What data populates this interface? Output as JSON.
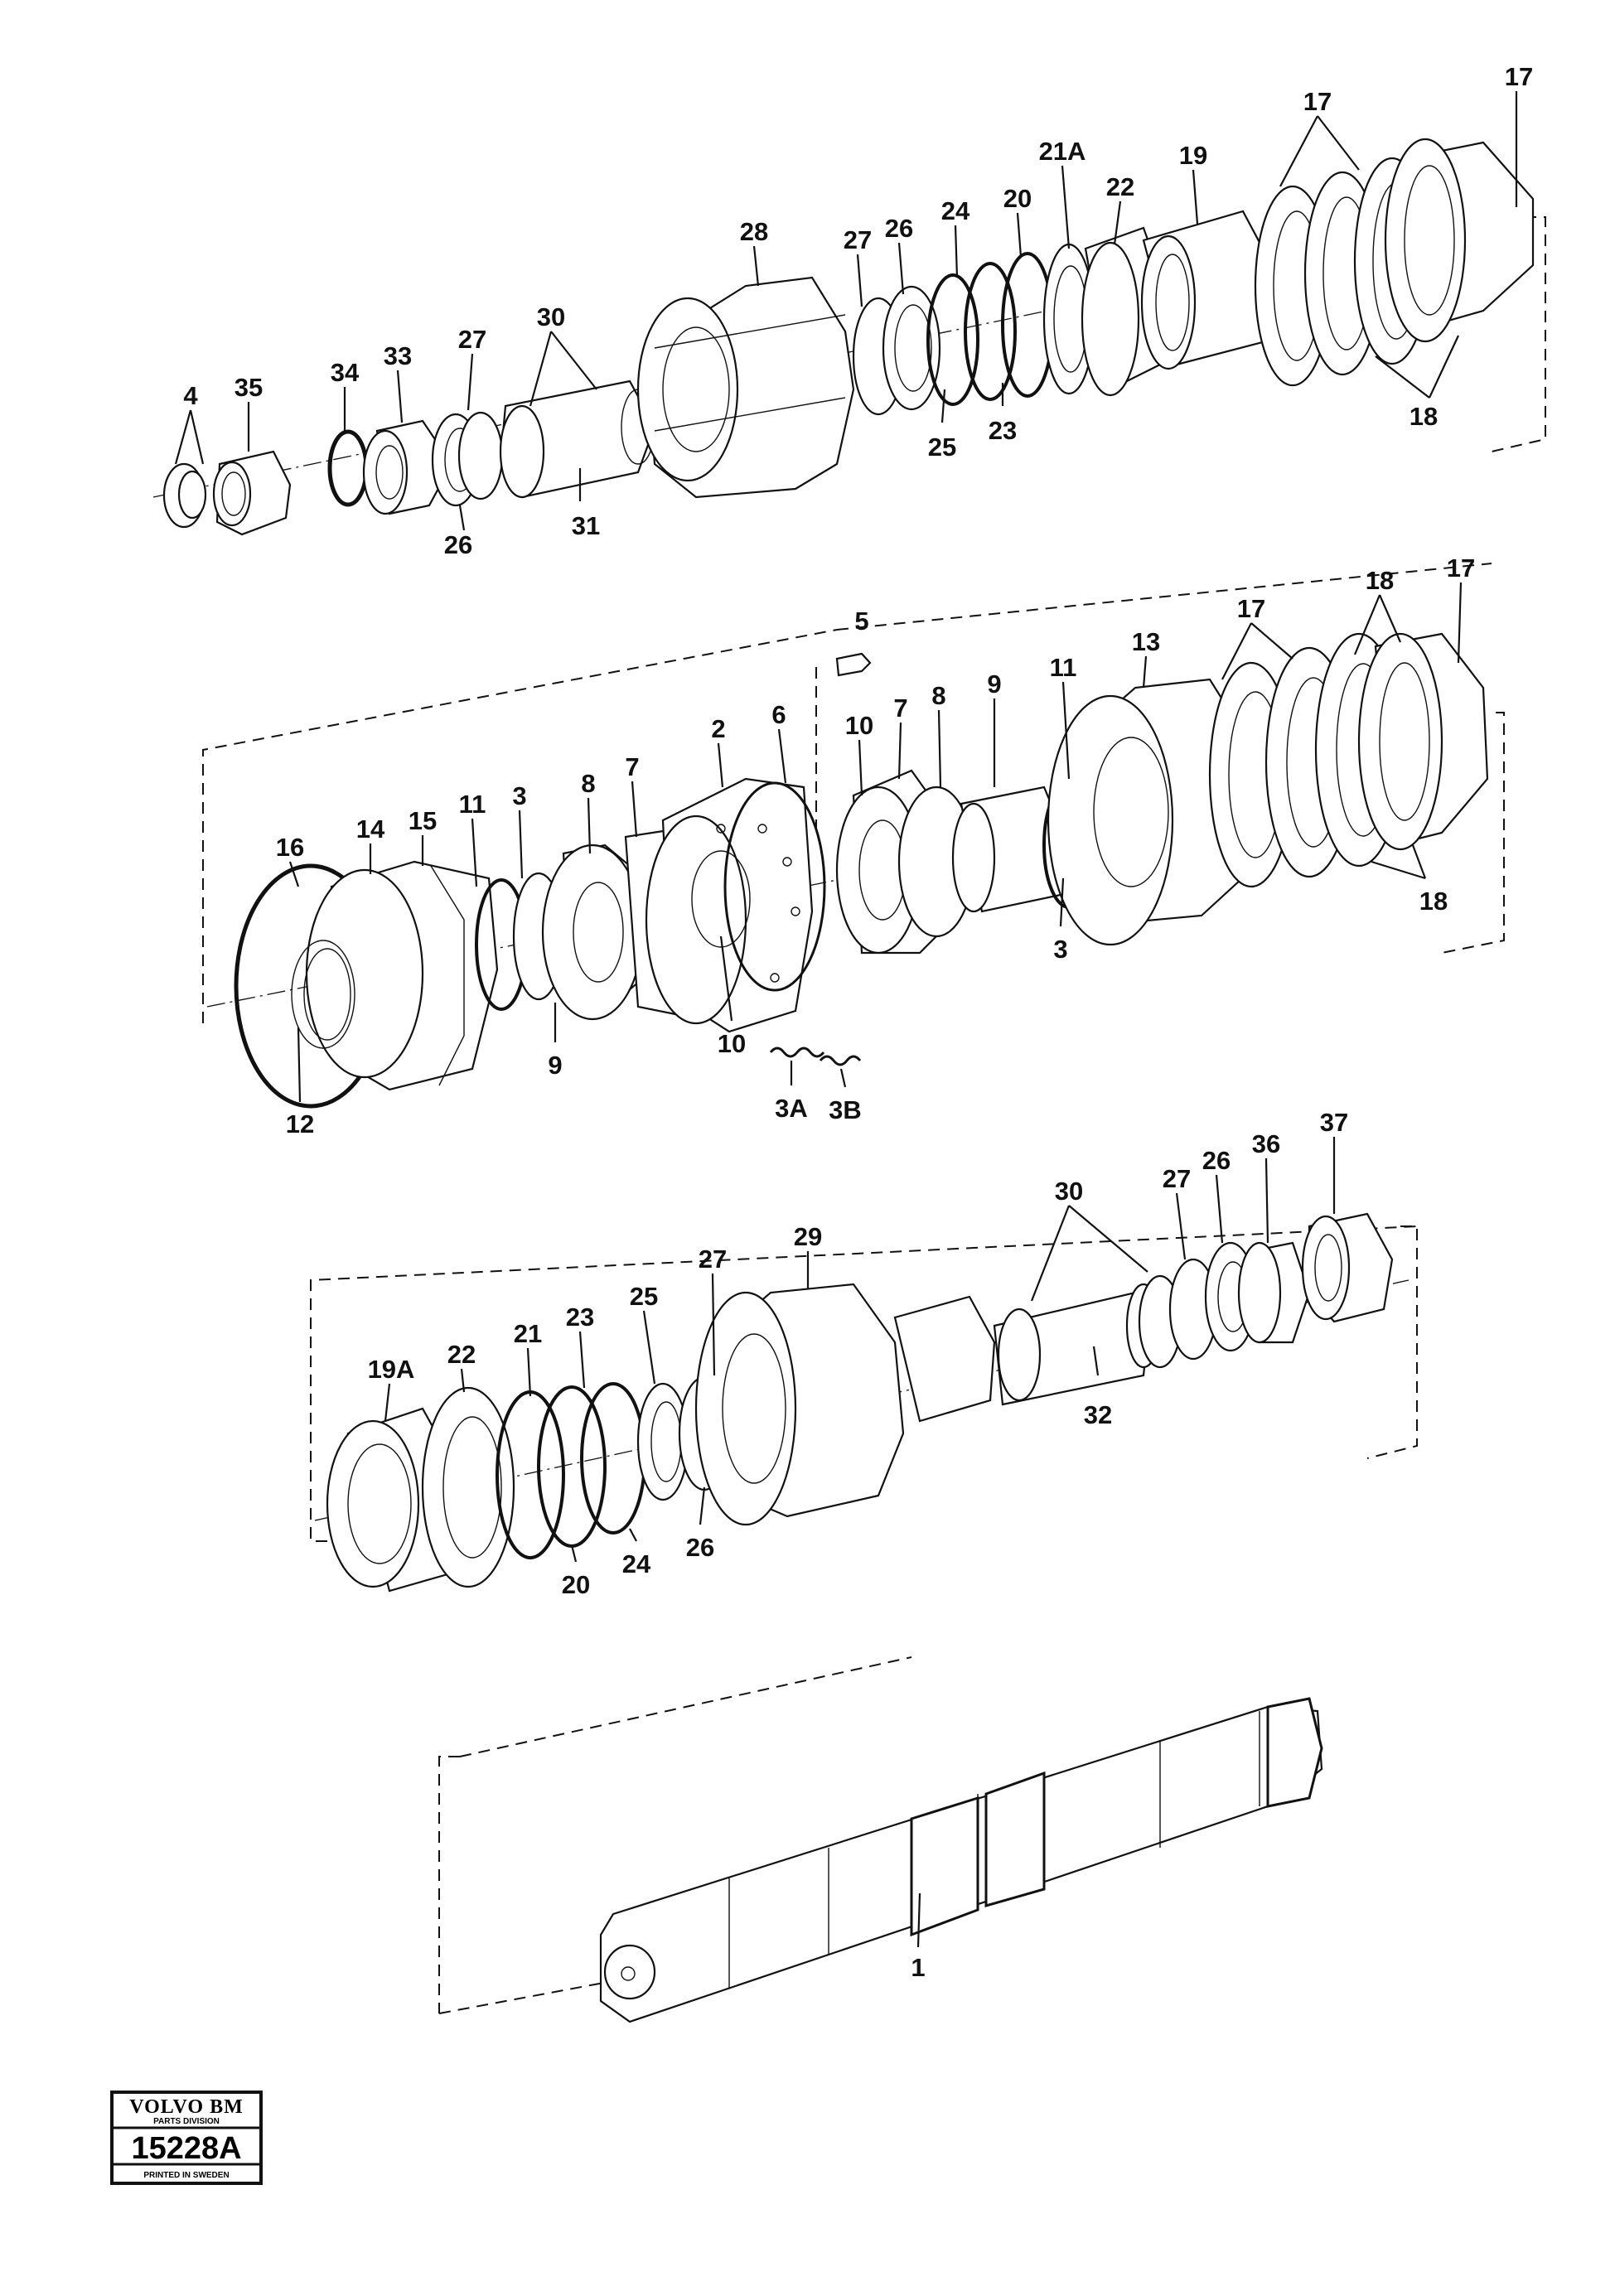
{
  "diagram": {
    "assembly_groups": [
      {
        "labels": [
          "4",
          "35",
          "34",
          "33",
          "27",
          "30",
          "31",
          "26",
          "28",
          "27",
          "26",
          "24",
          "25",
          "23",
          "20",
          "21A",
          "22",
          "19",
          "17",
          "17",
          "18"
        ]
      },
      {
        "labels": [
          "5",
          "16",
          "14",
          "15",
          "11",
          "3",
          "8",
          "7",
          "2",
          "6",
          "10",
          "7",
          "8",
          "9",
          "11",
          "13",
          "17",
          "18",
          "17",
          "12",
          "9",
          "10",
          "3A",
          "3B",
          "3",
          "18"
        ]
      },
      {
        "labels": [
          "30",
          "27",
          "26",
          "36",
          "37",
          "29",
          "27",
          "25",
          "23",
          "21",
          "22",
          "19A",
          "20",
          "24",
          "26",
          "32"
        ]
      },
      {
        "labels": [
          "1"
        ]
      }
    ]
  },
  "logo": {
    "brand": "VOLVO BM",
    "division": "PARTS DIVISION",
    "number": "15228A",
    "footer": "PRINTED IN SWEDEN"
  },
  "colors": {
    "ink": "#111111",
    "paper": "#ffffff"
  }
}
